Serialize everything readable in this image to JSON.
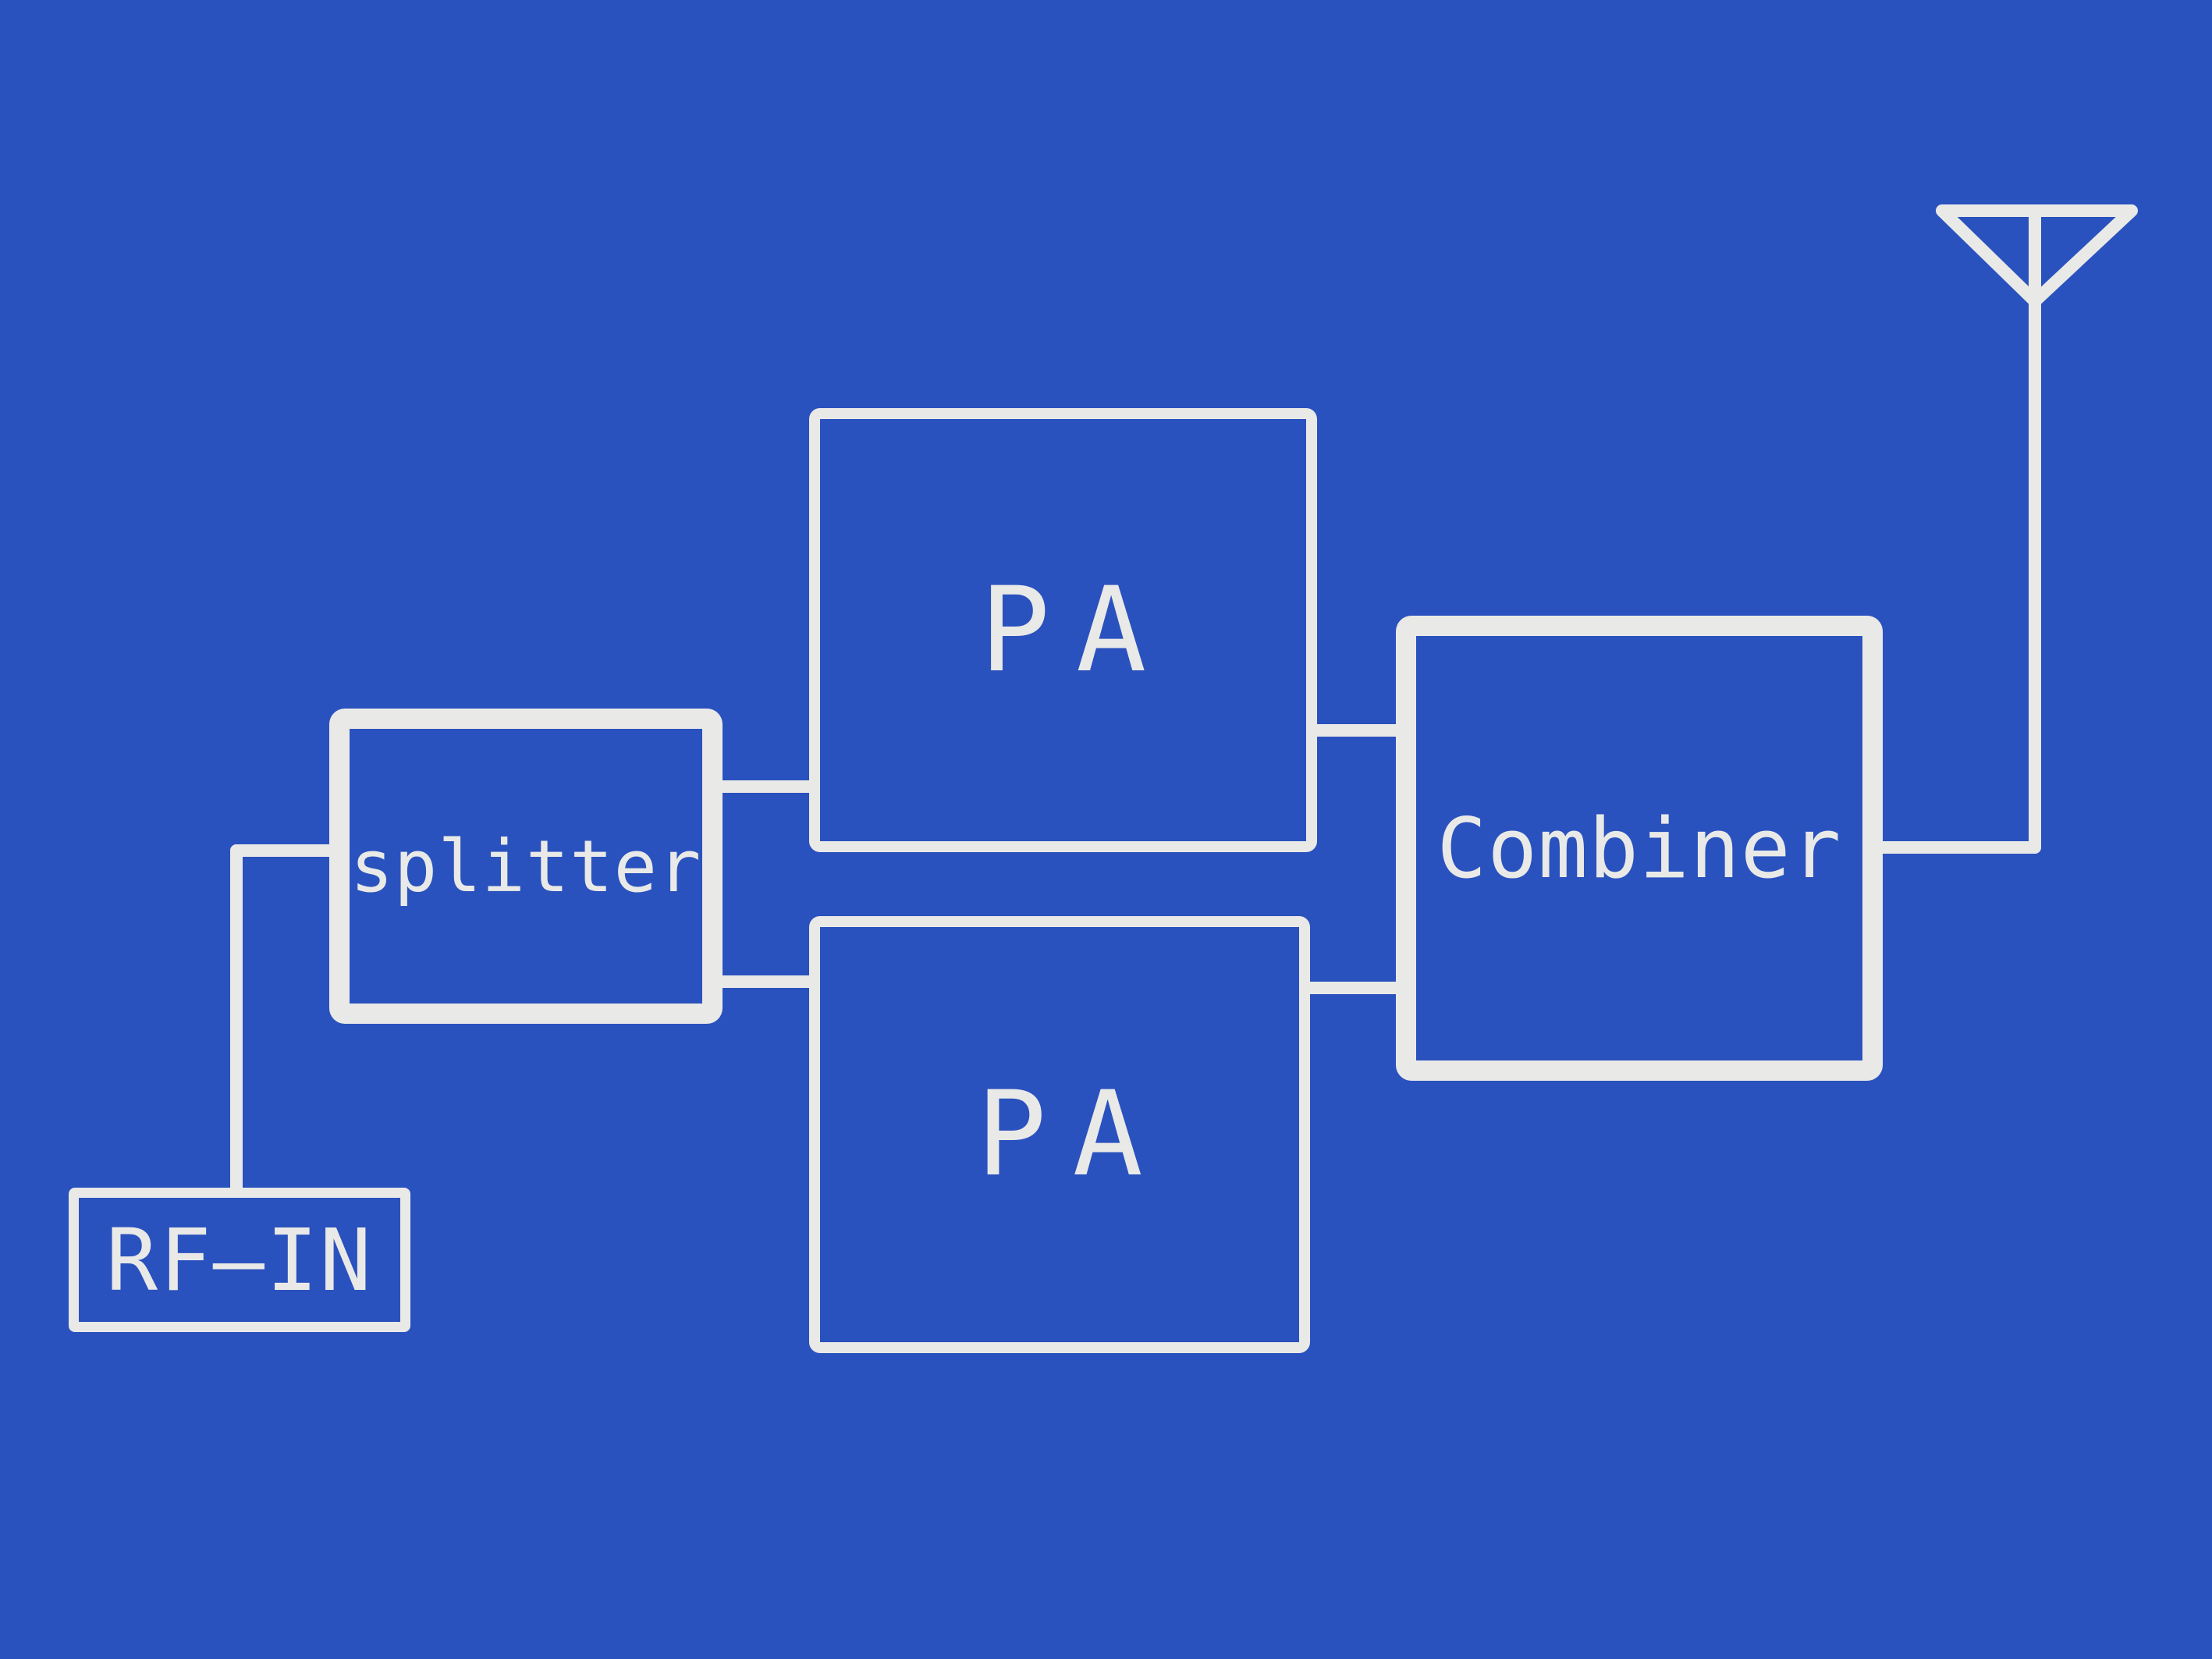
{
  "diagram": {
    "colors": {
      "background": "#2a52be",
      "stroke": "#e9e9e7"
    },
    "nodes": {
      "rf_in": {
        "label": "RF–IN"
      },
      "splitter": {
        "label": "splitter"
      },
      "pa_top": {
        "label": "PA"
      },
      "pa_bottom": {
        "label": "PA"
      },
      "combiner": {
        "label": "Combiner"
      },
      "antenna": {
        "icon": "antenna-icon"
      }
    }
  }
}
